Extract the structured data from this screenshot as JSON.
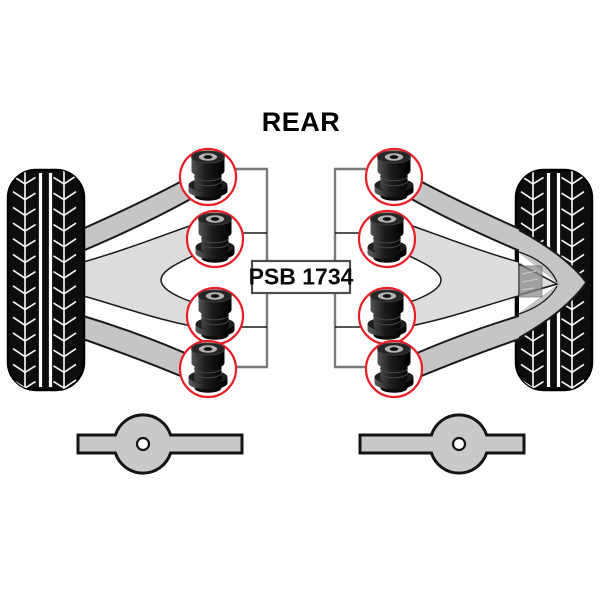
{
  "diagram": {
    "title": "REAR",
    "part": {
      "label": "PSB 1734"
    },
    "highlighted_bushing_count": 8,
    "sides": [
      "left",
      "right"
    ],
    "icons": {
      "tire": "tire-icon",
      "bushing": "bushing-icon",
      "control_arm": "control-arm-icon",
      "trailing_arm": "trailing-arm-icon",
      "highlight_circle": "highlight-circle-icon"
    },
    "colors": {
      "highlight_red": "#e71e26",
      "arm_band_gray": "#c5c5c5",
      "arm_body_gray": "#dcdcdc",
      "trailing_arm_gray": "#c9c9c9",
      "tire_black": "#0d0d0d",
      "outline_black": "#1a1a1a",
      "connector_gray": "#7a7a7a",
      "connector_dark": "#1a1a1a",
      "label_border_gray": "#4d4d4d",
      "background": "#ffffff"
    }
  }
}
